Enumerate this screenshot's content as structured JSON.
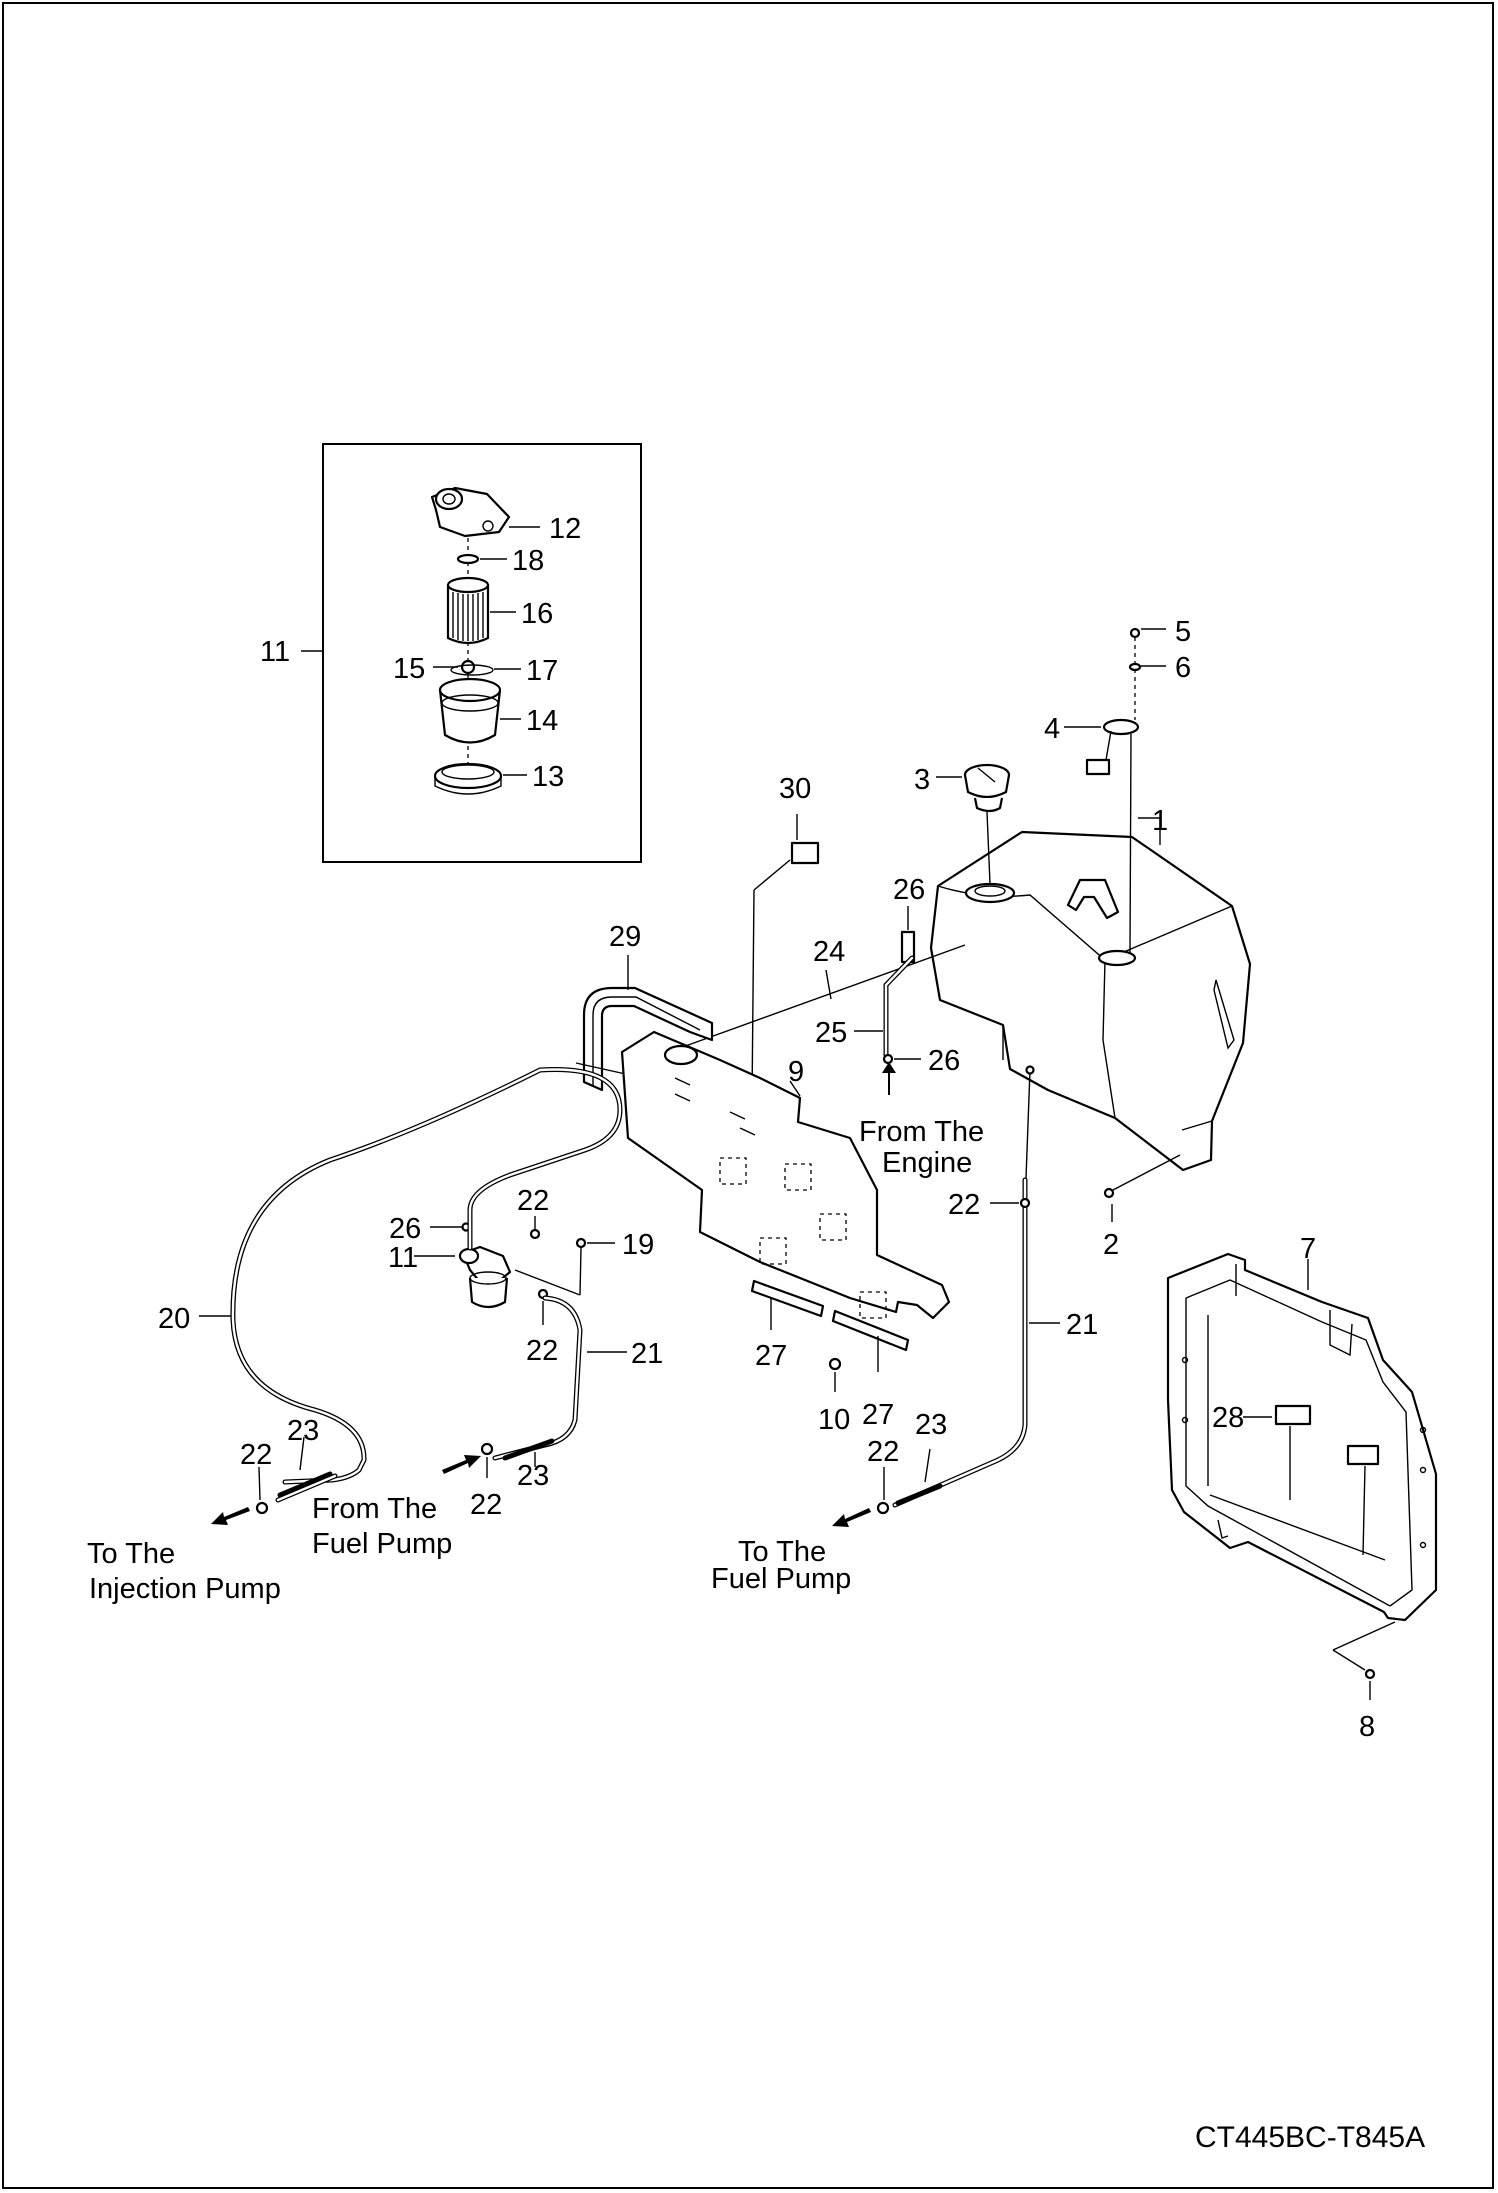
{
  "drawing_number": "CT445BC-T845A",
  "notes": {
    "from_engine_1": "From The",
    "from_engine_2": "Engine",
    "from_fuel_pump_1": "From The",
    "from_fuel_pump_2": "Fuel Pump",
    "to_injection_pump_1": "To The",
    "to_injection_pump_2": "Injection Pump",
    "to_fuel_pump_1": "To The",
    "to_fuel_pump_2": "Fuel Pump"
  },
  "callouts": {
    "c1": "1",
    "c2": "2",
    "c3": "3",
    "c4": "4",
    "c5": "5",
    "c6": "6",
    "c7": "7",
    "c8": "8",
    "c9": "9",
    "c10": "10",
    "c11_inset": "11",
    "c11_main": "11",
    "c12": "12",
    "c13": "13",
    "c14": "14",
    "c15": "15",
    "c16": "16",
    "c17": "17",
    "c18": "18",
    "c19": "19",
    "c20": "20",
    "c21_right": "21",
    "c21_left": "21",
    "c22_a": "22",
    "c22_b": "22",
    "c22_c": "22",
    "c22_d": "22",
    "c22_e": "22",
    "c22_f": "22",
    "c23_a": "23",
    "c23_b": "23",
    "c23_c": "23",
    "c24": "24",
    "c25": "25",
    "c26_a": "26",
    "c26_b": "26",
    "c26_c": "26",
    "c27_a": "27",
    "c27_b": "27",
    "c28": "28",
    "c29": "29",
    "c30": "30"
  }
}
